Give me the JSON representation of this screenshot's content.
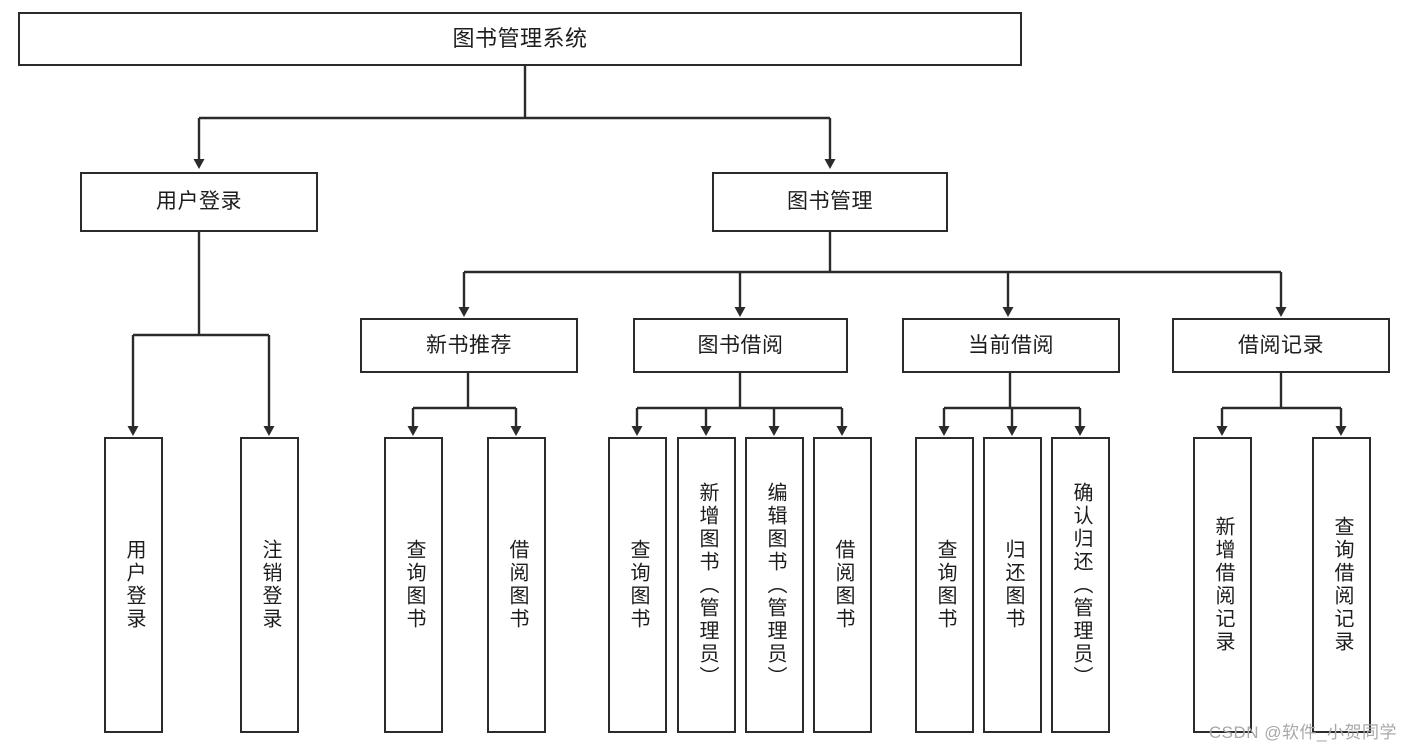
{
  "diagram": {
    "title": "图书管理系统",
    "type": "tree-hierarchy-diagram",
    "colors": {
      "box_border": "#2b2b2b",
      "box_fill": "#ffffff",
      "line": "#2b2b2b",
      "text": "#1d1d1d",
      "background": "#ffffff",
      "watermark": "#a8a8a8"
    },
    "root": {
      "label": "图书管理系统"
    },
    "level2": [
      {
        "label": "用户登录"
      },
      {
        "label": "图书管理"
      }
    ],
    "level3": [
      {
        "label": "新书推荐"
      },
      {
        "label": "图书借阅"
      },
      {
        "label": "当前借阅"
      },
      {
        "label": "借阅记录"
      }
    ],
    "leaves": {
      "user_login": [
        {
          "label": "用户登录"
        },
        {
          "label": "注销登录"
        }
      ],
      "new_book_recommend": [
        {
          "label": "查询图书"
        },
        {
          "label": "借阅图书"
        }
      ],
      "book_borrow": [
        {
          "label": "查询图书"
        },
        {
          "label": "新增图书（管理员）"
        },
        {
          "label": "编辑图书（管理员）"
        },
        {
          "label": "借阅图书"
        }
      ],
      "current_borrow": [
        {
          "label": "查询图书"
        },
        {
          "label": "归还图书"
        },
        {
          "label": "确认归还（管理员）"
        }
      ],
      "borrow_record": [
        {
          "label": "新增借阅记录"
        },
        {
          "label": "查询借阅记录"
        }
      ]
    },
    "watermark": "CSDN @软件_小贺同学"
  }
}
